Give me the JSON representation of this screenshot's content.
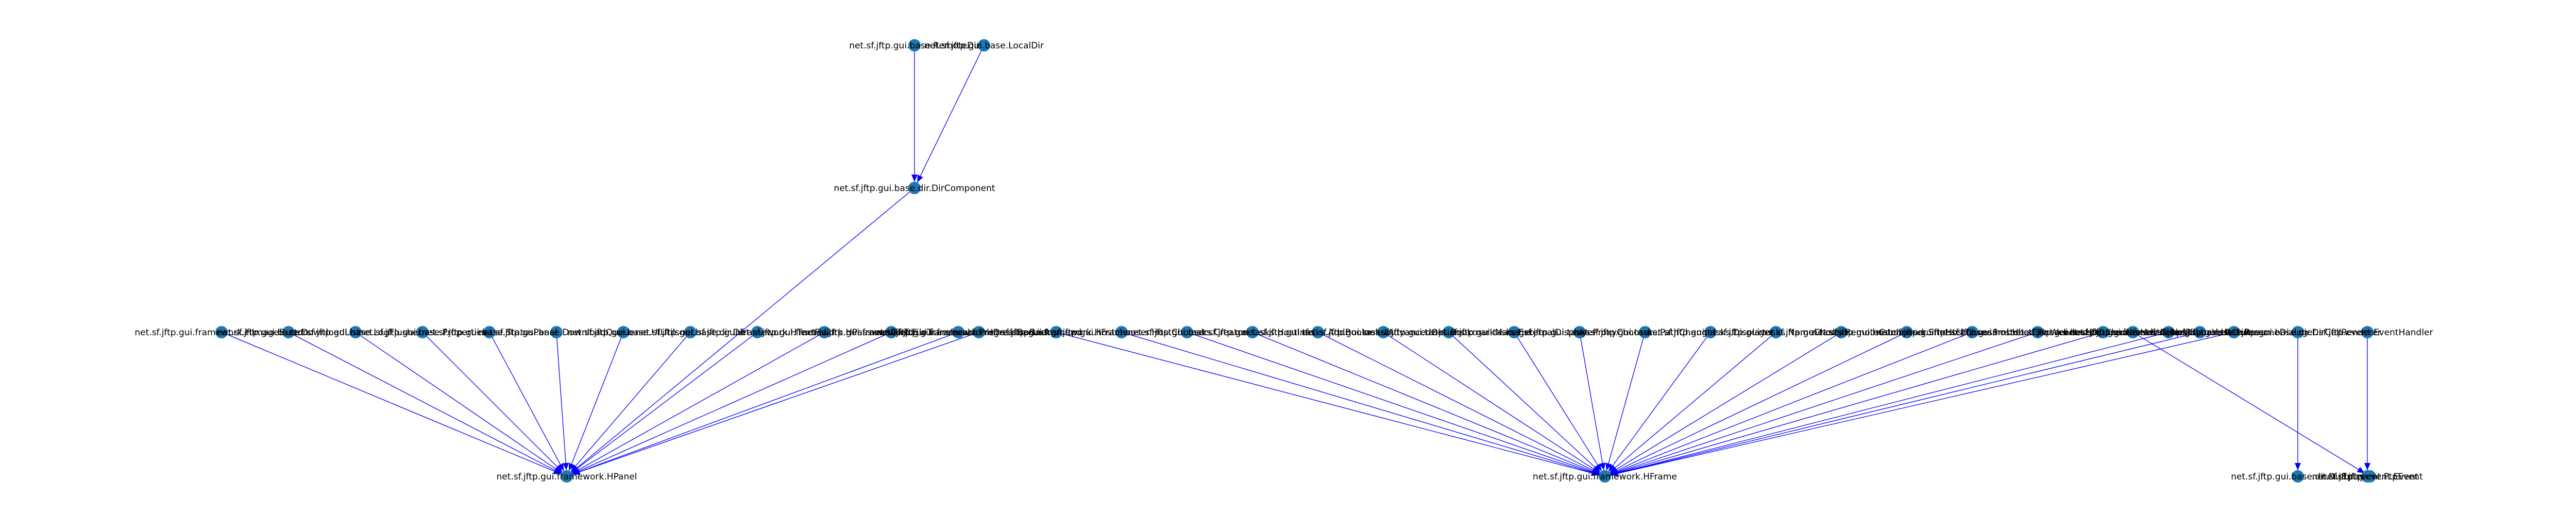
{
  "colors": {
    "node": "#1f77b4",
    "edge": "#0000ff",
    "text": "#000000",
    "background": "#ffffff"
  },
  "nodes": [
    {
      "id": "n1",
      "label": "net.sf.jftp.gui.base.RemoteDir"
    },
    {
      "id": "n2",
      "label": "net.sf.jftp.gui.base.LocalDir"
    },
    {
      "id": "n3",
      "label": "net.sf.jftp.gui.base.dir.DirComponent"
    },
    {
      "id": "n4",
      "label": "net.sf.jftp.gui.framework.HPanel"
    },
    {
      "id": "n5",
      "label": "net.sf.jftp.gui.framework.HFrame"
    },
    {
      "id": "n6",
      "label": "net.sf.jftp.gui.base.dir.DirEntry"
    },
    {
      "id": "n7",
      "label": "net.sf.jftp.event.FtpEvent"
    },
    {
      "id": "n8",
      "label": "net.sf.jftp.gui.base.dir.DirCellRenderer"
    },
    {
      "id": "n9",
      "label": "net.sf.jftp.gui.base.dir.TableUtils"
    },
    {
      "id": "n10",
      "label": "net.sf.jftp.event.Event"
    },
    {
      "id": "n11",
      "label": "net.sf.jftp.event.EventHandler"
    },
    {
      "id": "p1",
      "label": "net.sf.jftp.gui.framework.HImageButton"
    },
    {
      "id": "p2",
      "label": "net.sf.jftp.gui.base.DownloadList"
    },
    {
      "id": "p3",
      "label": "net.sf.jftp.gui.base.LogFlusher"
    },
    {
      "id": "p4",
      "label": "net.sf.jftp.gui.base.Properties"
    },
    {
      "id": "p5",
      "label": "net.sf.jftp.gui.base.StatusPanel"
    },
    {
      "id": "p6",
      "label": "net.sf.jftp.gui.base.DownloadQueue"
    },
    {
      "id": "p7",
      "label": "net.sf.jftp.gui.base.UIUtils"
    },
    {
      "id": "p8",
      "label": "net.sf.jftp.gui.base.dir.Dir"
    },
    {
      "id": "p9",
      "label": "net.sf.jftp.gui.framework.HTextField"
    },
    {
      "id": "p10",
      "label": "net.sf.jftp.gui.framework.HPasswordField"
    },
    {
      "id": "p11",
      "label": "net.sf.jftp.gui.framework.FileTransferable"
    },
    {
      "id": "p12",
      "label": "net.sf.jftp.gui.framework.ProgressBarList"
    },
    {
      "id": "p13",
      "label": "net.sf.jftp.gui.framework.HDesktopBackground"
    },
    {
      "id": "f1",
      "label": "net.sf.jftp.gui.framework.HFrame"
    },
    {
      "id": "f2",
      "label": "net.sf.jftp.gui.hostchooser.HostChooser"
    },
    {
      "id": "f3",
      "label": "net.sf.jftp.gui.tasks.Creator"
    },
    {
      "id": "f4",
      "label": "net.sf.jftp.gui.tasks.HostInfo"
    },
    {
      "id": "f5",
      "label": "net.sf.jftp.gui.tasks.AddBookmarks"
    },
    {
      "id": "f6",
      "label": "net.sf.jftp.gui.tasks.AdvancedOptions"
    },
    {
      "id": "f7",
      "label": "net.sf.jftp.gui.tasks.BookmarkManager"
    },
    {
      "id": "f8",
      "label": "net.sf.jftp.gui.tasks.ExternalDisplayer"
    },
    {
      "id": "f9",
      "label": "net.sf.jftp.gui.tasks.ProxyChooser"
    },
    {
      "id": "f10",
      "label": "net.sf.jftp.gui.tasks.PathChanger"
    },
    {
      "id": "f11",
      "label": "net.sf.jftp.gui.tasks.Displayer"
    },
    {
      "id": "f12",
      "label": "net.sf.jftp.gui.tasks.NameChooser"
    },
    {
      "id": "f13",
      "label": "net.sf.jftp.gui.tasks.RemoteCommand"
    },
    {
      "id": "f14",
      "label": "net.sf.jftp.gui.hostchooser.SftpHostChooser"
    },
    {
      "id": "f15",
      "label": "net.sf.jftp.gui.hostchooser.SmbHostChooser"
    },
    {
      "id": "f16",
      "label": "net.sf.jftp.gui.hostchooser.WebdavHostChooser"
    },
    {
      "id": "f17",
      "label": "net.sf.jftp.gui.hostchooser.NfsHostChooser"
    },
    {
      "id": "f18",
      "label": "net.sf.jftp.gui.hostchooser.RsyncHostChooser"
    },
    {
      "id": "f19",
      "label": "net.sf.jftp.gui.base.ResumeDialog"
    },
    {
      "id": "f20",
      "label": "net.sf.jftp.gui.base.Resume"
    }
  ],
  "edges": [
    [
      "n1",
      "n3"
    ],
    [
      "n2",
      "n3"
    ],
    [
      "n3",
      "n4"
    ],
    [
      "p1",
      "n4"
    ],
    [
      "p2",
      "n4"
    ],
    [
      "p3",
      "n4"
    ],
    [
      "p4",
      "n4"
    ],
    [
      "p5",
      "n4"
    ],
    [
      "p6",
      "n4"
    ],
    [
      "p7",
      "n4"
    ],
    [
      "p8",
      "n4"
    ],
    [
      "p9",
      "n4"
    ],
    [
      "p10",
      "n4"
    ],
    [
      "p11",
      "n4"
    ],
    [
      "p12",
      "n4"
    ],
    [
      "p13",
      "n4"
    ],
    [
      "f1",
      "n5"
    ],
    [
      "f2",
      "n5"
    ],
    [
      "f3",
      "n5"
    ],
    [
      "f4",
      "n5"
    ],
    [
      "f5",
      "n5"
    ],
    [
      "f6",
      "n5"
    ],
    [
      "f7",
      "n5"
    ],
    [
      "f8",
      "n5"
    ],
    [
      "f9",
      "n5"
    ],
    [
      "f10",
      "n5"
    ],
    [
      "f11",
      "n5"
    ],
    [
      "f12",
      "n5"
    ],
    [
      "f13",
      "n5"
    ],
    [
      "f14",
      "n5"
    ],
    [
      "f15",
      "n5"
    ],
    [
      "f16",
      "n5"
    ],
    [
      "f17",
      "n5"
    ],
    [
      "f18",
      "n5"
    ],
    [
      "f19",
      "n5"
    ],
    [
      "f20",
      "n5"
    ],
    [
      "n8",
      "n6"
    ],
    [
      "n9",
      "n10"
    ],
    [
      "n11",
      "n7"
    ]
  ]
}
